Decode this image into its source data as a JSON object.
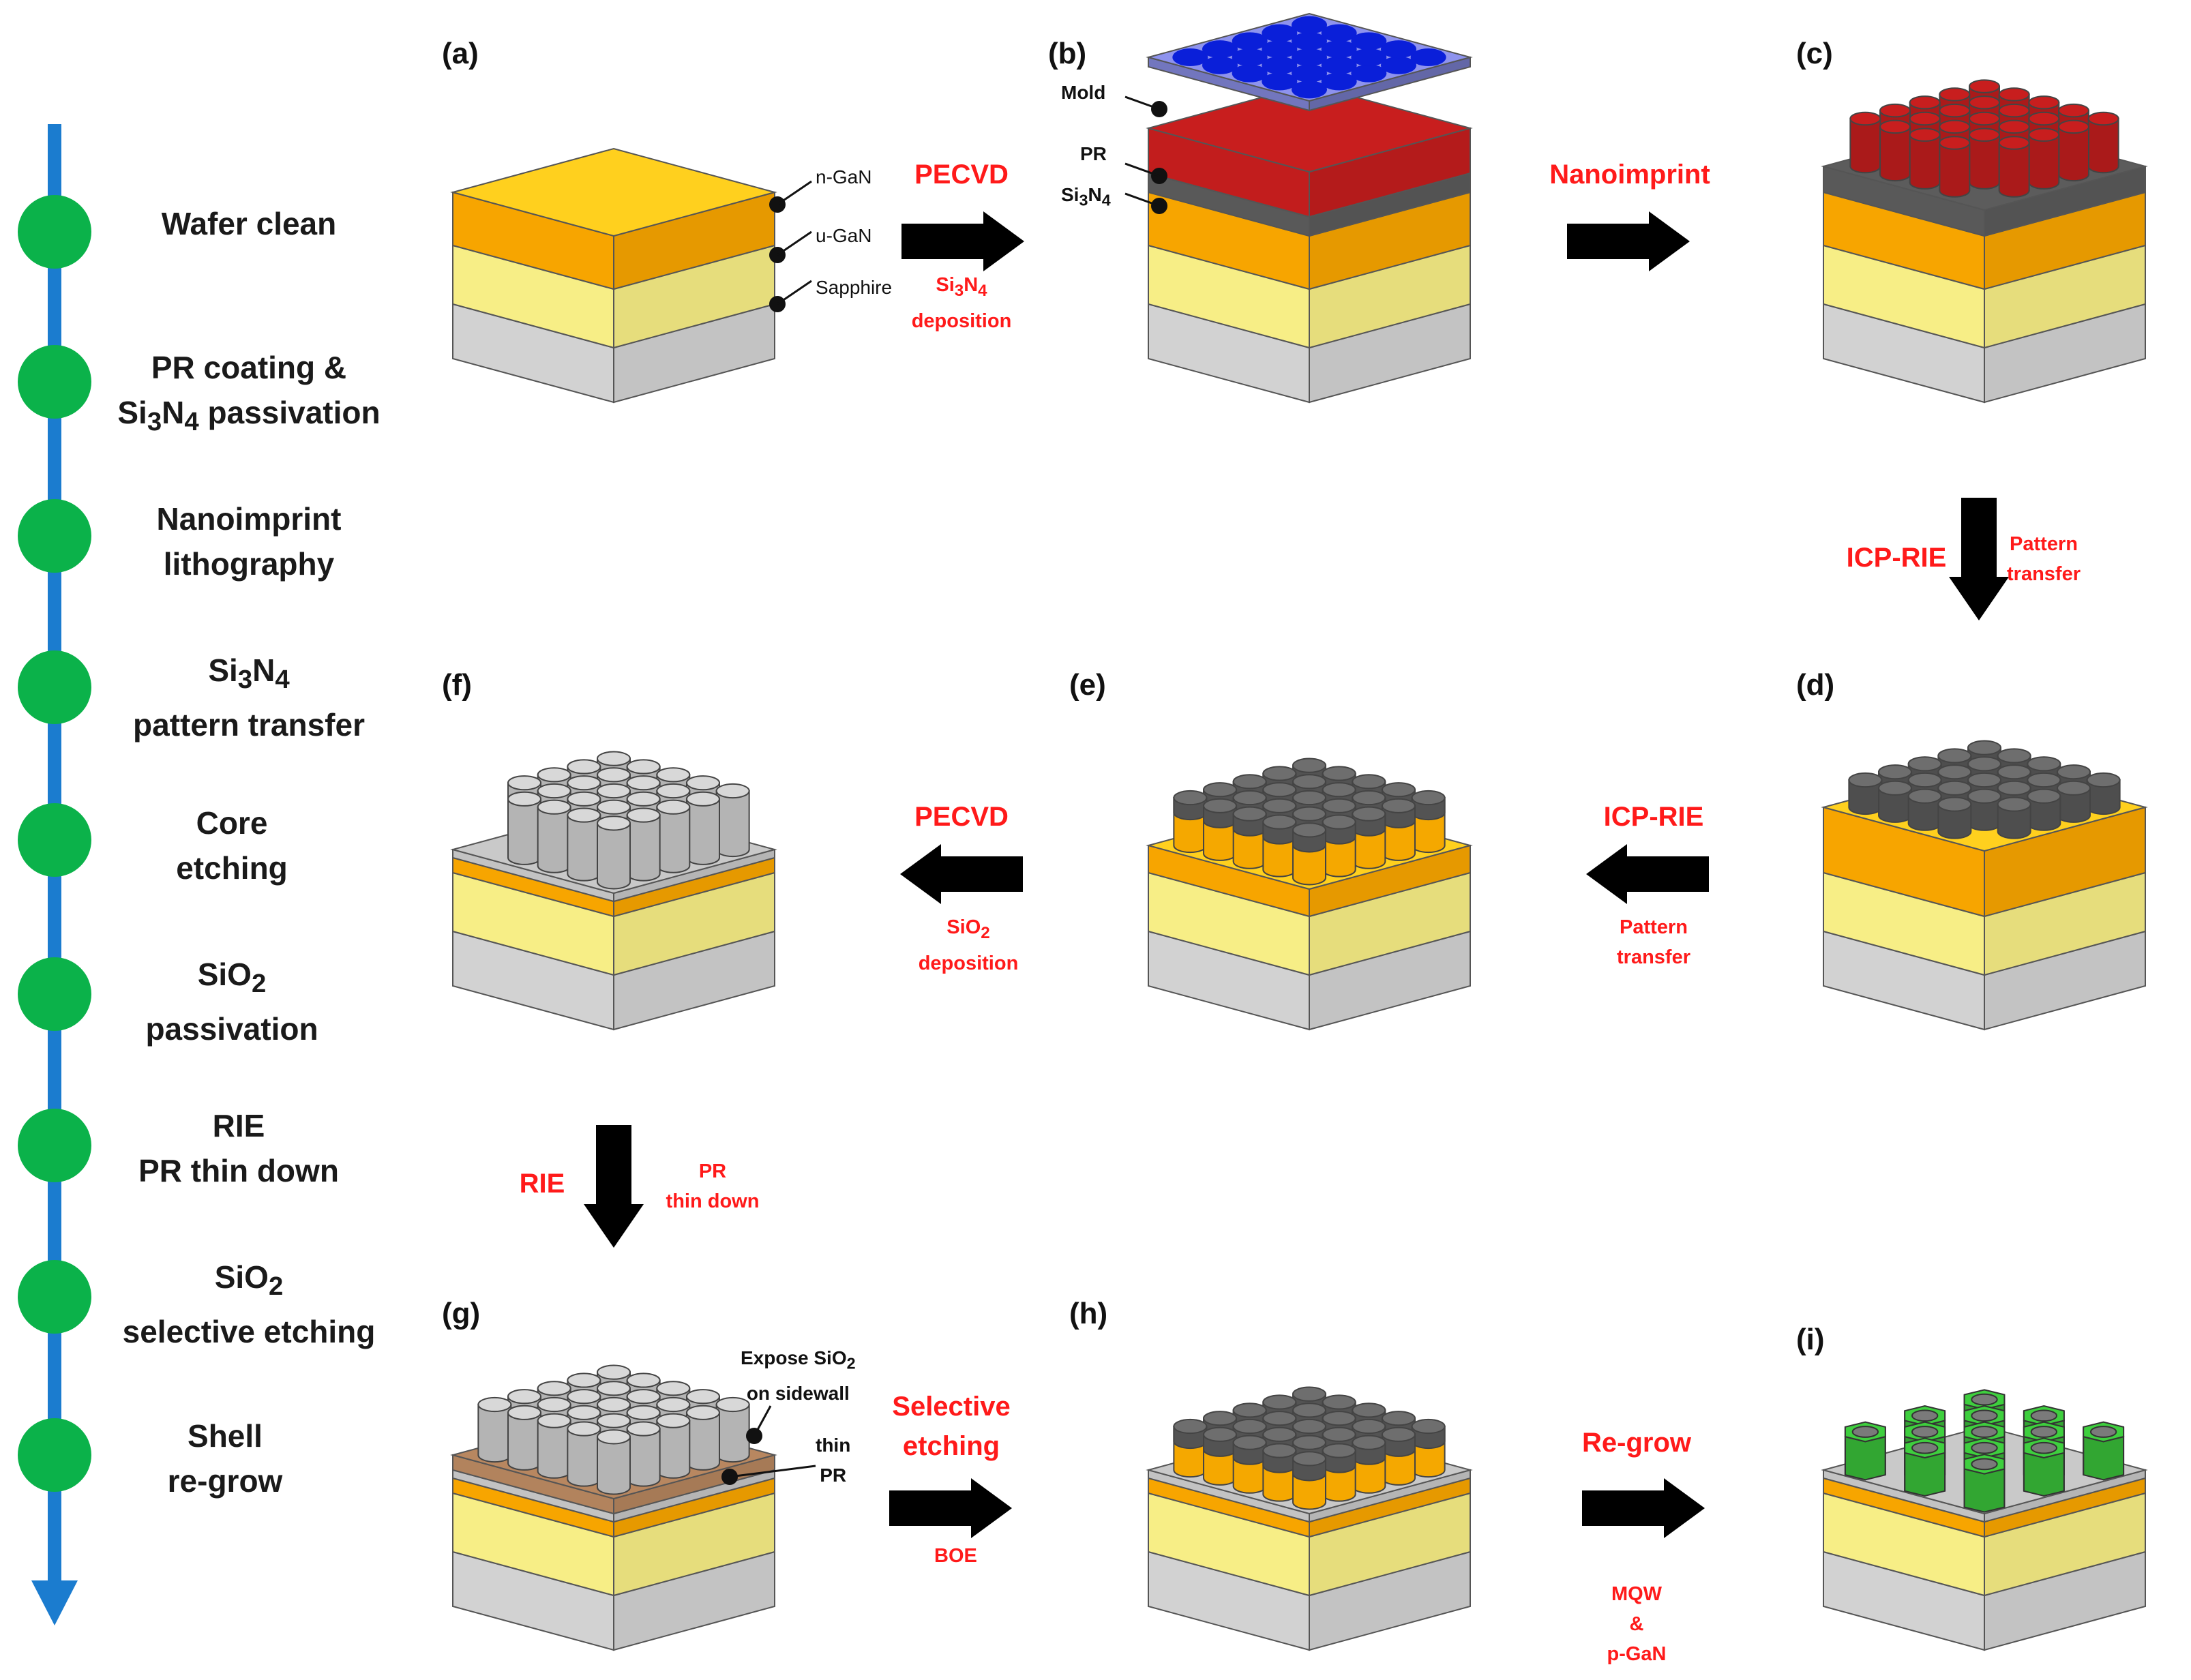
{
  "colors": {
    "timeline": "#1b7ccf",
    "node": "#0bb24a",
    "process_text": "#ff1a1a",
    "n_gan": "#ffaa00",
    "u_gan": "#fff58a",
    "sapphire": "#d9d9d9",
    "si3n4": "#5c5c5c",
    "pr": "#c81e1e",
    "mold": "#8e93ee",
    "mold_holes": "#0a1fd9",
    "sio2": "#c9c9c9",
    "thin_pr": "#b88760",
    "shell": "#3ecf3e"
  },
  "steps": [
    [
      "Wafer clean"
    ],
    [
      "PR coating &",
      "Si3N4 passivation"
    ],
    [
      "Nanoimprint",
      "lithography"
    ],
    [
      "Si3N4",
      "pattern transfer"
    ],
    [
      "Core",
      "etching"
    ],
    [
      "SiO2",
      "passivation"
    ],
    [
      "RIE",
      "PR thin down"
    ],
    [
      "SiO2",
      "selective etching"
    ],
    [
      "Shell",
      "re-grow"
    ]
  ],
  "panels": [
    "(a)",
    "(b)",
    "(c)",
    "(d)",
    "(e)",
    "(f)",
    "(g)",
    "(h)",
    "(i)"
  ],
  "layer_labels": {
    "a": [
      "n-GaN",
      "u-GaN",
      "Sapphire"
    ],
    "b": [
      "Mold",
      "PR",
      "Si3N4"
    ],
    "g": [
      "Expose SiO2",
      "on sidewall",
      "thin",
      "PR"
    ]
  },
  "processes": [
    {
      "id": "a-b",
      "main": "PECVD",
      "sub": [
        "Si3N4",
        "deposition"
      ]
    },
    {
      "id": "b-c",
      "main": "Nanoimprint",
      "sub": []
    },
    {
      "id": "c-d",
      "main": "ICP-RIE",
      "sub": [
        "Pattern",
        "transfer"
      ]
    },
    {
      "id": "d-e",
      "main": "ICP-RIE",
      "sub": [
        "Pattern",
        "transfer"
      ]
    },
    {
      "id": "e-f",
      "main": "PECVD",
      "sub": [
        "SiO2",
        "deposition"
      ]
    },
    {
      "id": "f-g",
      "main": "RIE",
      "sub": [
        "PR",
        "thin down"
      ]
    },
    {
      "id": "g-h",
      "main": [
        "Selective",
        "etching"
      ],
      "sub": [
        "BOE"
      ]
    },
    {
      "id": "h-i",
      "main": "Re-grow",
      "sub": [
        "MQW",
        "&",
        "p-GaN"
      ]
    }
  ]
}
